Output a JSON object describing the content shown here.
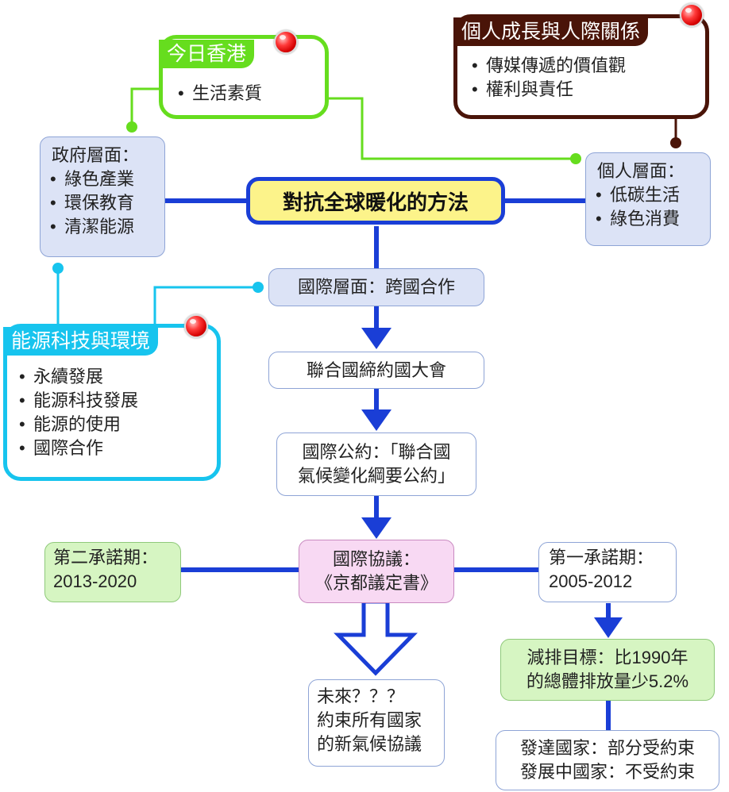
{
  "title": "對抗全球暖化的方法",
  "government": {
    "heading": "政府層面：",
    "items": [
      "綠色產業",
      "環保教育",
      "清潔能源"
    ]
  },
  "personal": {
    "heading": "個人層面：",
    "items": [
      "低碳生活",
      "綠色消費"
    ]
  },
  "international": "國際層面：跨國合作",
  "un_assembly": "聯合國締約國大會",
  "convention": {
    "line1": "國際公約：「聯合國",
    "line2": "氣候變化綱要公約」"
  },
  "protocol": {
    "line1": "國際協議：",
    "line2": "《京都議定書》"
  },
  "second_period": {
    "line1": "第二承諾期：",
    "line2": "2013-2020"
  },
  "first_period": {
    "line1": "第一承諾期：",
    "line2": "2005-2012"
  },
  "target": {
    "line1": "減排目標：比1990年",
    "line2": "的總體排放量少5.2%"
  },
  "countries": {
    "line1": "發達國家：部分受約束",
    "line2": "發展中國家：不受約束"
  },
  "future": {
    "line1": "未來？？？",
    "line2": "約束所有國家",
    "line3": "的新氣候協議"
  },
  "themes": {
    "hongkong": {
      "title": "今日香港",
      "items": [
        "生活素質"
      ],
      "color": "#66dd1e"
    },
    "growth": {
      "title": "個人成長與人際關係",
      "items": [
        "傳媒傳遞的價值觀",
        "權利與責任"
      ],
      "color": "#4a1408"
    },
    "energy": {
      "title": "能源科技與環境",
      "items": [
        "永續發展",
        "能源科技發展",
        "能源的使用",
        "國際合作"
      ],
      "color": "#17c4ee"
    }
  },
  "colors": {
    "main_line": "#1a3ed6",
    "title_fill": "#fcf38a",
    "node_fill": "#dce3f6",
    "green_fill": "#d6f5c2",
    "pink_fill": "#f8d9f3"
  }
}
